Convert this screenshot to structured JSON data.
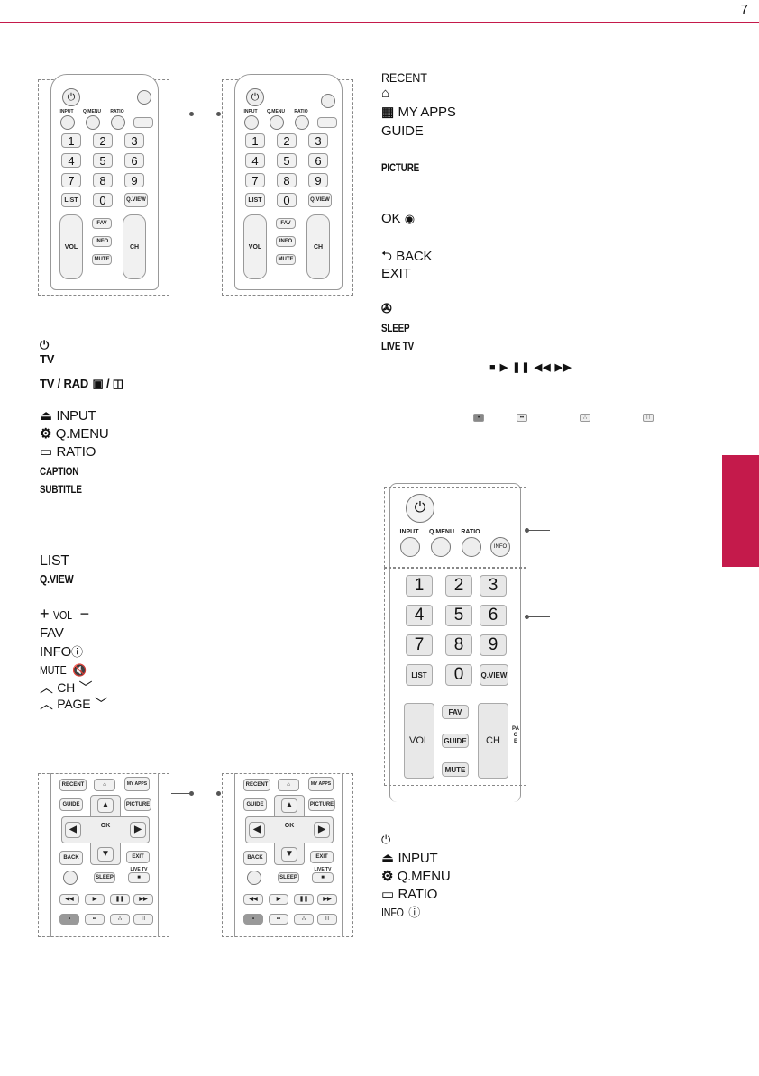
{
  "page_number": "7",
  "side_tab_color": "#c41a4b",
  "left_labels": [
    {
      "text": "⏻",
      "key": "power-label"
    },
    {
      "text": "TV",
      "key": "tv-label"
    },
    {
      "text": "TV / RAD",
      "key": "tv-rad-label"
    },
    {
      "text": "INPUT",
      "key": "input-label"
    },
    {
      "text": "Q.MENU",
      "key": "qmenu-label"
    },
    {
      "text": "RATIO",
      "key": "ratio-label"
    },
    {
      "text": "CAPTION",
      "key": "caption-label"
    },
    {
      "text": "SUBTITLE",
      "key": "subtitle-label"
    },
    {
      "text": "LIST",
      "key": "list-label"
    },
    {
      "text": "Q.VIEW",
      "key": "qview-label"
    },
    {
      "text": "VOL",
      "key": "vol-label"
    },
    {
      "text": "FAV",
      "key": "fav-label"
    },
    {
      "text": "INFO",
      "key": "info-label"
    },
    {
      "text": "MUTE",
      "key": "mute-label"
    },
    {
      "text": "CH",
      "key": "ch-label"
    },
    {
      "text": "PAGE",
      "key": "page-label"
    }
  ],
  "right_labels": {
    "recent": "RECENT",
    "myapps": "MY APPS",
    "guide": "GUIDE",
    "picture": "PICTURE",
    "ok": "OK",
    "back": "BACK",
    "exit": "EXIT",
    "sleep": "SLEEP",
    "livetv": "LIVE TV",
    "playback": "■ ▶ ❚❚ ◀◀ ▶▶"
  },
  "bottom_right_labels": {
    "input": "INPUT",
    "qmenu": "Q.MENU",
    "ratio": "RATIO",
    "info": "INFO"
  },
  "remote_keys": {
    "input": "INPUT",
    "qmenu": "Q.MENU",
    "ratio": "RATIO",
    "list": "LIST",
    "qview": "Q.VIEW",
    "fav": "FAV",
    "info": "INFO",
    "mute": "MUTE",
    "vol": "VOL",
    "ch": "CH",
    "page": "PAGE",
    "recent": "RECENT",
    "myapps": "MY APPS",
    "guide": "GUIDE",
    "picture": "PICTURE",
    "ok": "OK",
    "back": "BACK",
    "exit": "EXIT",
    "sleep": "SLEEP",
    "livetv": "LIVE TV",
    "numbers": [
      "1",
      "2",
      "3",
      "4",
      "5",
      "6",
      "7",
      "8",
      "9",
      "0"
    ]
  }
}
